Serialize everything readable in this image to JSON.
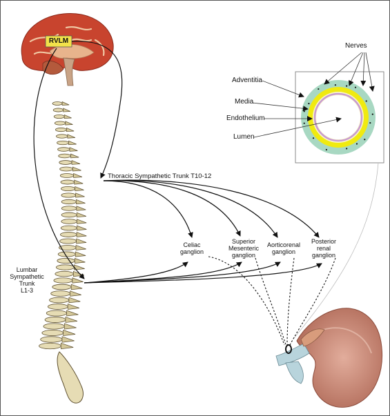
{
  "labels": {
    "rvlm": "RVLM",
    "nerves": "Nerves",
    "adventitia": "Adventitia",
    "media": "Media",
    "endothelium": "Endothelium",
    "lumen": "Lumen",
    "thoracic_trunk": "Thoracic Sympathetic Trunk T10-12",
    "lumbar_trunk": "Lumbar\nSympathetic\nTrunk\nL1-3",
    "celiac": "Celiac\nganglion",
    "superior_mesenteric": "Superior\nMesenteric\nganglion",
    "aorticorenal": "Aorticorenal\nganglion",
    "posterior_renal": "Posterior\nrenal\nganglion"
  },
  "colors": {
    "brain_cortex": "#c8442e",
    "brain_inner": "#e8b48c",
    "rvlm_box": "#f2e24a",
    "bone": "#e6dcb4",
    "adventitia": "#a8d8c2",
    "media": "#f0ea10",
    "endothelium": "#c79ad0",
    "kidney": "#c98a78",
    "artery": "#b8d4dc"
  }
}
